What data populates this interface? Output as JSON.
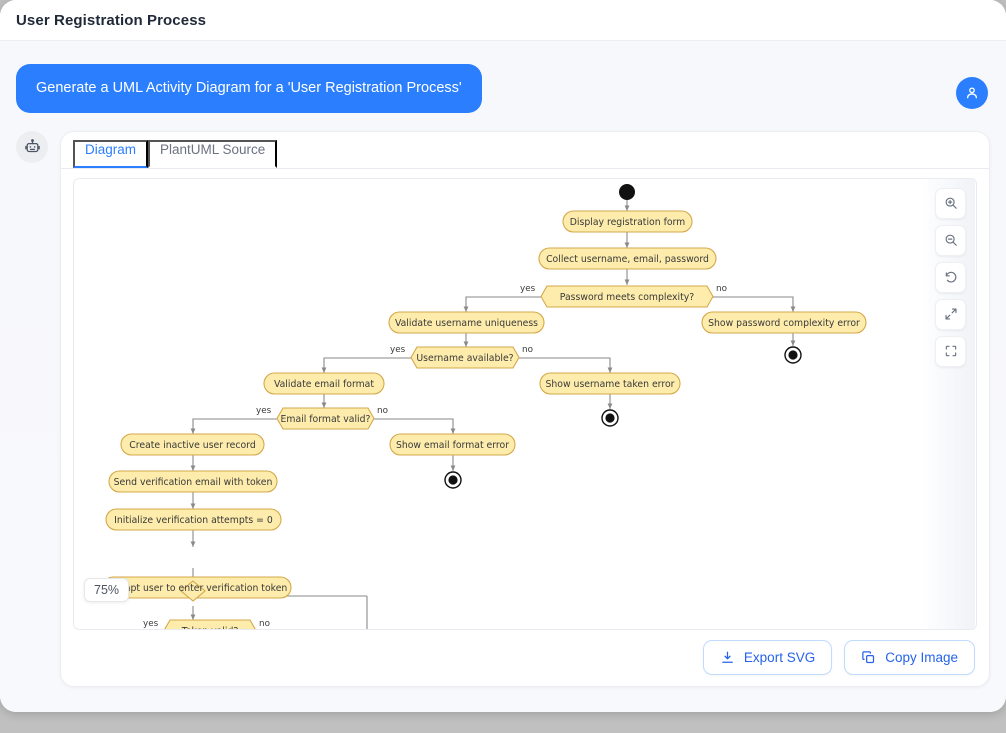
{
  "window": {
    "title": "User Registration Process"
  },
  "conversation": {
    "user": {
      "avatar_icon": "user-icon",
      "message": "Generate a UML Activity Diagram for a 'User Registration Process'"
    },
    "assistant": {
      "avatar_icon": "robot-icon"
    }
  },
  "card": {
    "tabs": [
      {
        "id": "diagram",
        "label": "Diagram",
        "active": true
      },
      {
        "id": "plantuml-source",
        "label": "PlantUML Source",
        "active": false
      }
    ],
    "canvas": {
      "zoom_level": "75%",
      "toolbar": [
        {
          "id": "zoom-in",
          "icon": "zoom-in-icon"
        },
        {
          "id": "zoom-out",
          "icon": "zoom-out-icon"
        },
        {
          "id": "reset",
          "icon": "reset-rotate-icon"
        },
        {
          "id": "fit",
          "icon": "fit-screen-icon"
        },
        {
          "id": "fullscreen",
          "icon": "fullscreen-icon"
        }
      ]
    },
    "actions": [
      {
        "id": "export-svg",
        "label": "Export SVG",
        "icon": "download-icon"
      },
      {
        "id": "copy-image",
        "label": "Copy Image",
        "icon": "copy-icon"
      }
    ]
  },
  "diagram": {
    "type": "uml-activity-diagram",
    "title": "User Registration Process",
    "colors": {
      "node_fill": "#fdecab",
      "node_stroke": "#d4a84b",
      "edge": "#8a8a8a",
      "text": "#3a3a3a"
    },
    "nodes": [
      {
        "id": "start",
        "kind": "start",
        "label": ""
      },
      {
        "id": "n1",
        "kind": "action",
        "label": "Display registration form"
      },
      {
        "id": "n2",
        "kind": "action",
        "label": "Collect username, email, password"
      },
      {
        "id": "d1",
        "kind": "decision",
        "label": "Password meets complexity?"
      },
      {
        "id": "n3",
        "kind": "action",
        "label": "Validate username uniqueness"
      },
      {
        "id": "n4",
        "kind": "action",
        "label": "Show password complexity error"
      },
      {
        "id": "e1",
        "kind": "end",
        "label": ""
      },
      {
        "id": "d2",
        "kind": "decision",
        "label": "Username available?"
      },
      {
        "id": "n5",
        "kind": "action",
        "label": "Validate email format"
      },
      {
        "id": "n6",
        "kind": "action",
        "label": "Show username taken error"
      },
      {
        "id": "e2",
        "kind": "end",
        "label": ""
      },
      {
        "id": "d3",
        "kind": "decision",
        "label": "Email format valid?"
      },
      {
        "id": "n7",
        "kind": "action",
        "label": "Create inactive user record"
      },
      {
        "id": "n8",
        "kind": "action",
        "label": "Show email format error"
      },
      {
        "id": "e3",
        "kind": "end",
        "label": ""
      },
      {
        "id": "n9",
        "kind": "action",
        "label": "Send verification email with token"
      },
      {
        "id": "n10",
        "kind": "action",
        "label": "Initialize verification attempts = 0"
      },
      {
        "id": "m1",
        "kind": "merge",
        "label": ""
      },
      {
        "id": "n11",
        "kind": "action",
        "label": "Prompt user to enter verification token"
      },
      {
        "id": "d4",
        "kind": "decision",
        "label": "Token valid?"
      }
    ],
    "edge_labels": {
      "yes": "yes",
      "no": "no"
    }
  }
}
